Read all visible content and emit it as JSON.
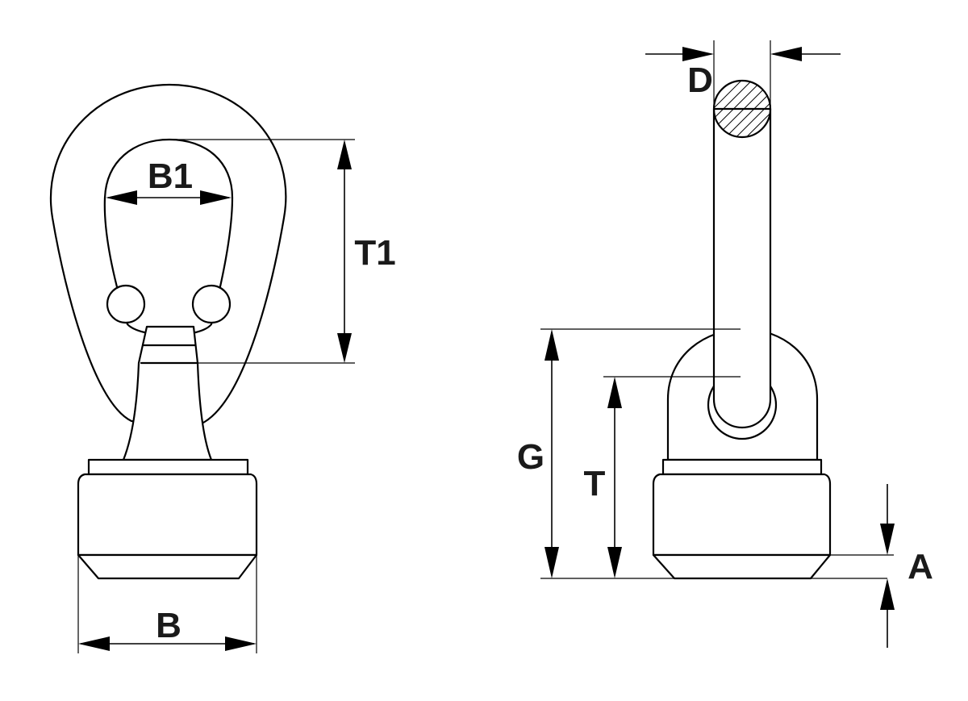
{
  "labels": {
    "b1": "B1",
    "t1": "T1",
    "b": "B",
    "d": "D",
    "g": "G",
    "t": "T",
    "a": "A"
  },
  "colors": {
    "line": "#000000",
    "label": "#1a1a1a",
    "background": "#ffffff"
  }
}
